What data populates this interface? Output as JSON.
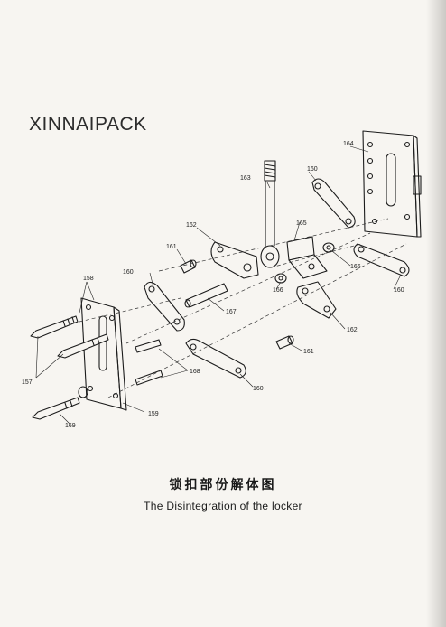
{
  "watermark": "XINNAIPACK",
  "caption": {
    "chinese": "锁扣部份解体图",
    "english": "The Disintegration of the locker"
  },
  "part_labels": {
    "p157": "157",
    "p158": "158",
    "p159": "159",
    "p160a": "160",
    "p160b": "160",
    "p160c": "160",
    "p160d": "160",
    "p161a": "161",
    "p161b": "161",
    "p162a": "162",
    "p162b": "162",
    "p163": "163",
    "p164": "164",
    "p165": "165",
    "p166a": "166",
    "p166b": "166",
    "p167": "167",
    "p168": "168",
    "p169": "169"
  }
}
